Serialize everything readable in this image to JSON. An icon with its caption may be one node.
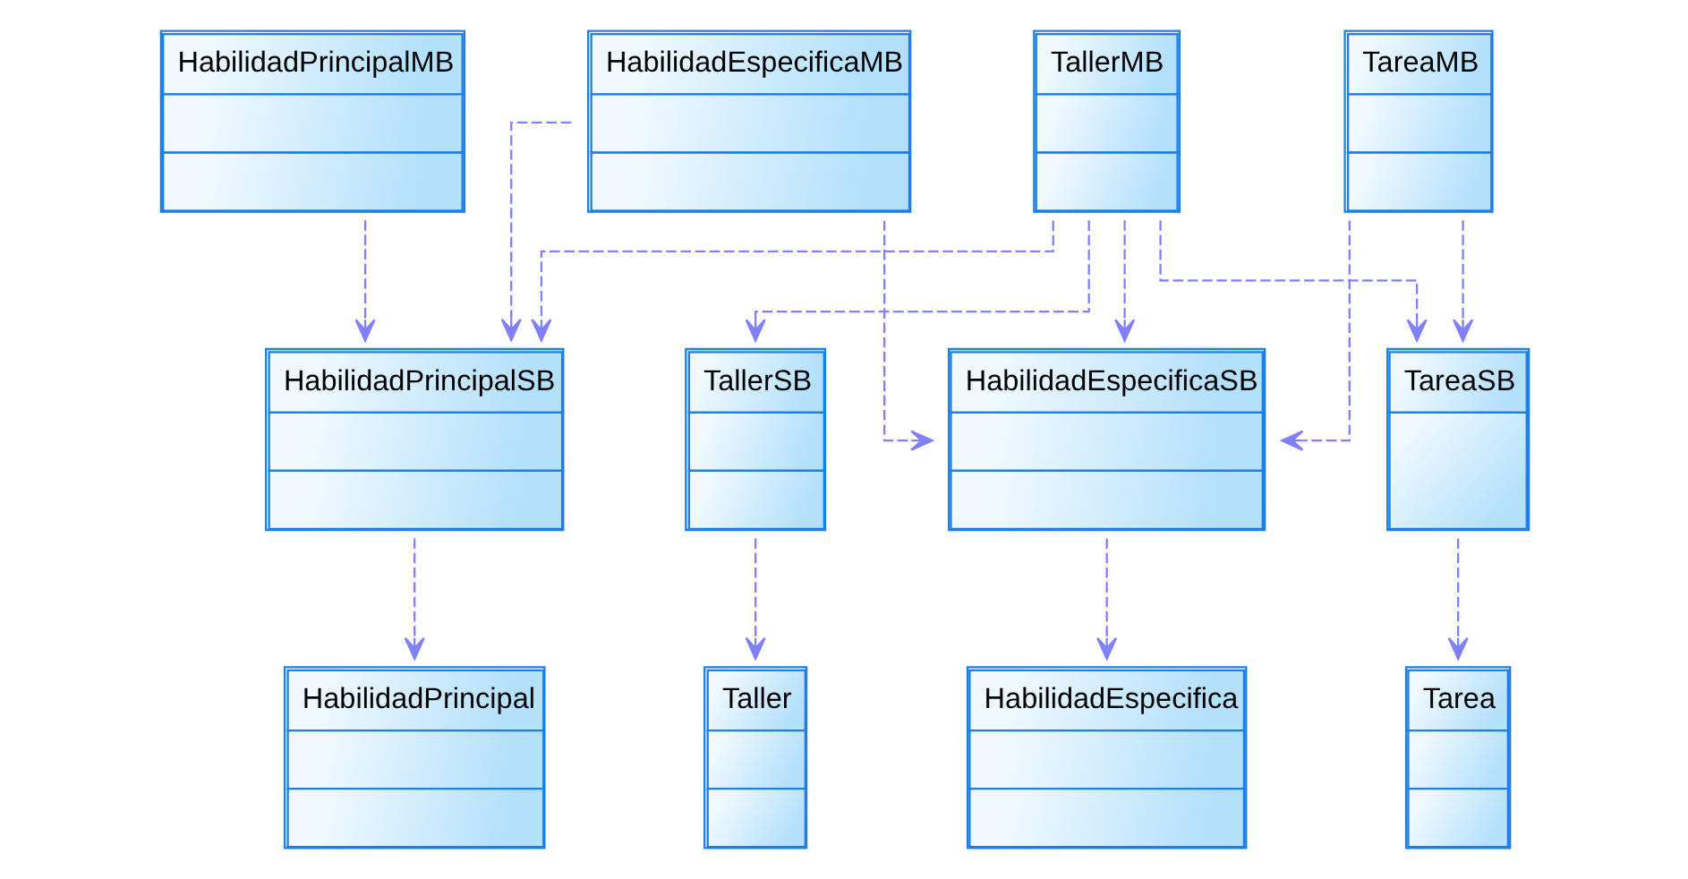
{
  "diagram": {
    "nodes": [
      {
        "text": [
          "TallerMB"
        ]
      },
      {
        "text": [
          "HabilidadPrincipalMB"
        ]
      },
      {
        "text": [
          "HabilidadEspecificaMB"
        ]
      },
      {
        "text": [
          "TareaMB"
        ]
      },
      {
        "text": [
          "TallerSB"
        ]
      },
      {
        "text": [
          "HabilidadPrincipalSB"
        ]
      },
      {
        "text": [
          "HabilidadEspecificaSB"
        ]
      },
      {
        "text": [
          "TareaSB"
        ]
      },
      {
        "text": [
          "Taller"
        ]
      },
      {
        "text": [
          "HabilidadPrincipal"
        ]
      },
      {
        "text": [
          "HabilidadEspecifica"
        ]
      },
      {
        "text": [
          "Tarea"
        ]
      }
    ],
    "edges": [
      {
        "from": 0,
        "to": 4,
        "arrow": "to",
        "style": "dashed"
      },
      {
        "from": 0,
        "to": 5,
        "arrow": "to",
        "style": "dashed"
      },
      {
        "from": 0,
        "to": 6,
        "arrow": "to",
        "style": "dashed"
      },
      {
        "from": 0,
        "to": 7,
        "arrow": "to",
        "style": "dashed"
      },
      {
        "from": 1,
        "to": 5,
        "arrow": "to",
        "style": "dashed"
      },
      {
        "from": 2,
        "to": 5,
        "arrow": "to",
        "style": "dashed"
      },
      {
        "from": 2,
        "to": 6,
        "arrow": "to",
        "style": "dashed"
      },
      {
        "from": 3,
        "to": 6,
        "arrow": "to",
        "style": "dashed"
      },
      {
        "from": 3,
        "to": 7,
        "arrow": "to",
        "style": "dashed"
      },
      {
        "from": 4,
        "to": 8,
        "arrow": "to",
        "style": "dashed"
      },
      {
        "from": 5,
        "to": 9,
        "arrow": "to",
        "style": "dashed"
      },
      {
        "from": 6,
        "to": 10,
        "arrow": "to",
        "style": "dashed"
      },
      {
        "from": 7,
        "to": 11,
        "arrow": "to",
        "style": "dashed"
      }
    ]
  }
}
